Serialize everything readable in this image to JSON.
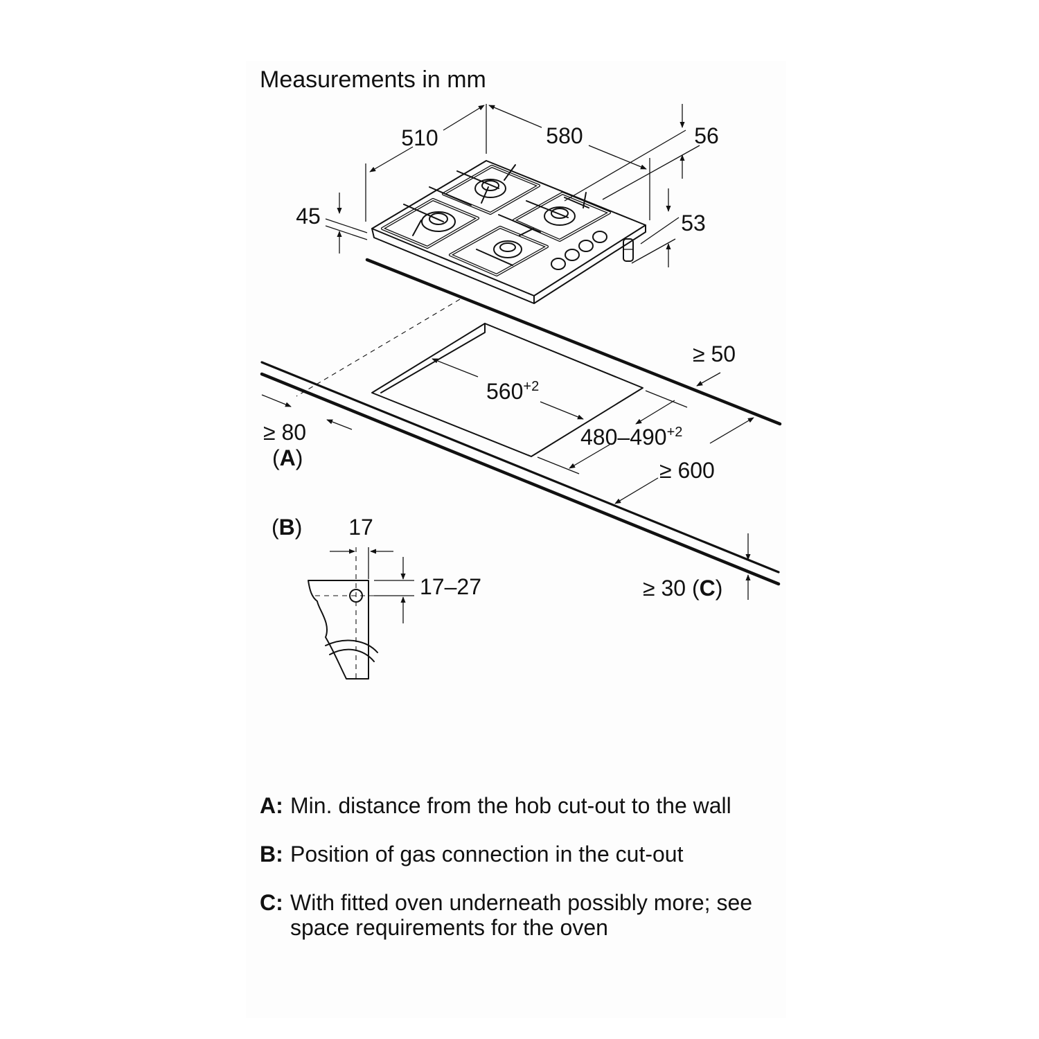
{
  "header": {
    "title": "Measurements in mm"
  },
  "dimensions": {
    "depth": "510",
    "width": "580",
    "top_height": "56",
    "side_height": "45",
    "foot_height": "53",
    "cutout_width": "560",
    "cutout_width_tol": "+2",
    "cutout_depth": "480–490",
    "cutout_depth_tol": "+2",
    "rear_clearance": "≥ 50",
    "wall_distance": "≥ 80",
    "worktop_depth": "≥ 600",
    "worktop_thickness": "≥ 30",
    "gas_offset": "17",
    "gas_height": "17–27"
  },
  "labels": {
    "a": "A",
    "b": "B",
    "c": "C",
    "open": "(",
    "close": ")"
  },
  "notes": [
    {
      "key": "A:",
      "text": "Min. distance from the hob cut-out to the wall"
    },
    {
      "key": "B:",
      "text": "Position of gas connection in the cut-out"
    },
    {
      "key": "C:",
      "text": "With fitted oven underneath possibly more; see space requirements for the oven"
    }
  ]
}
